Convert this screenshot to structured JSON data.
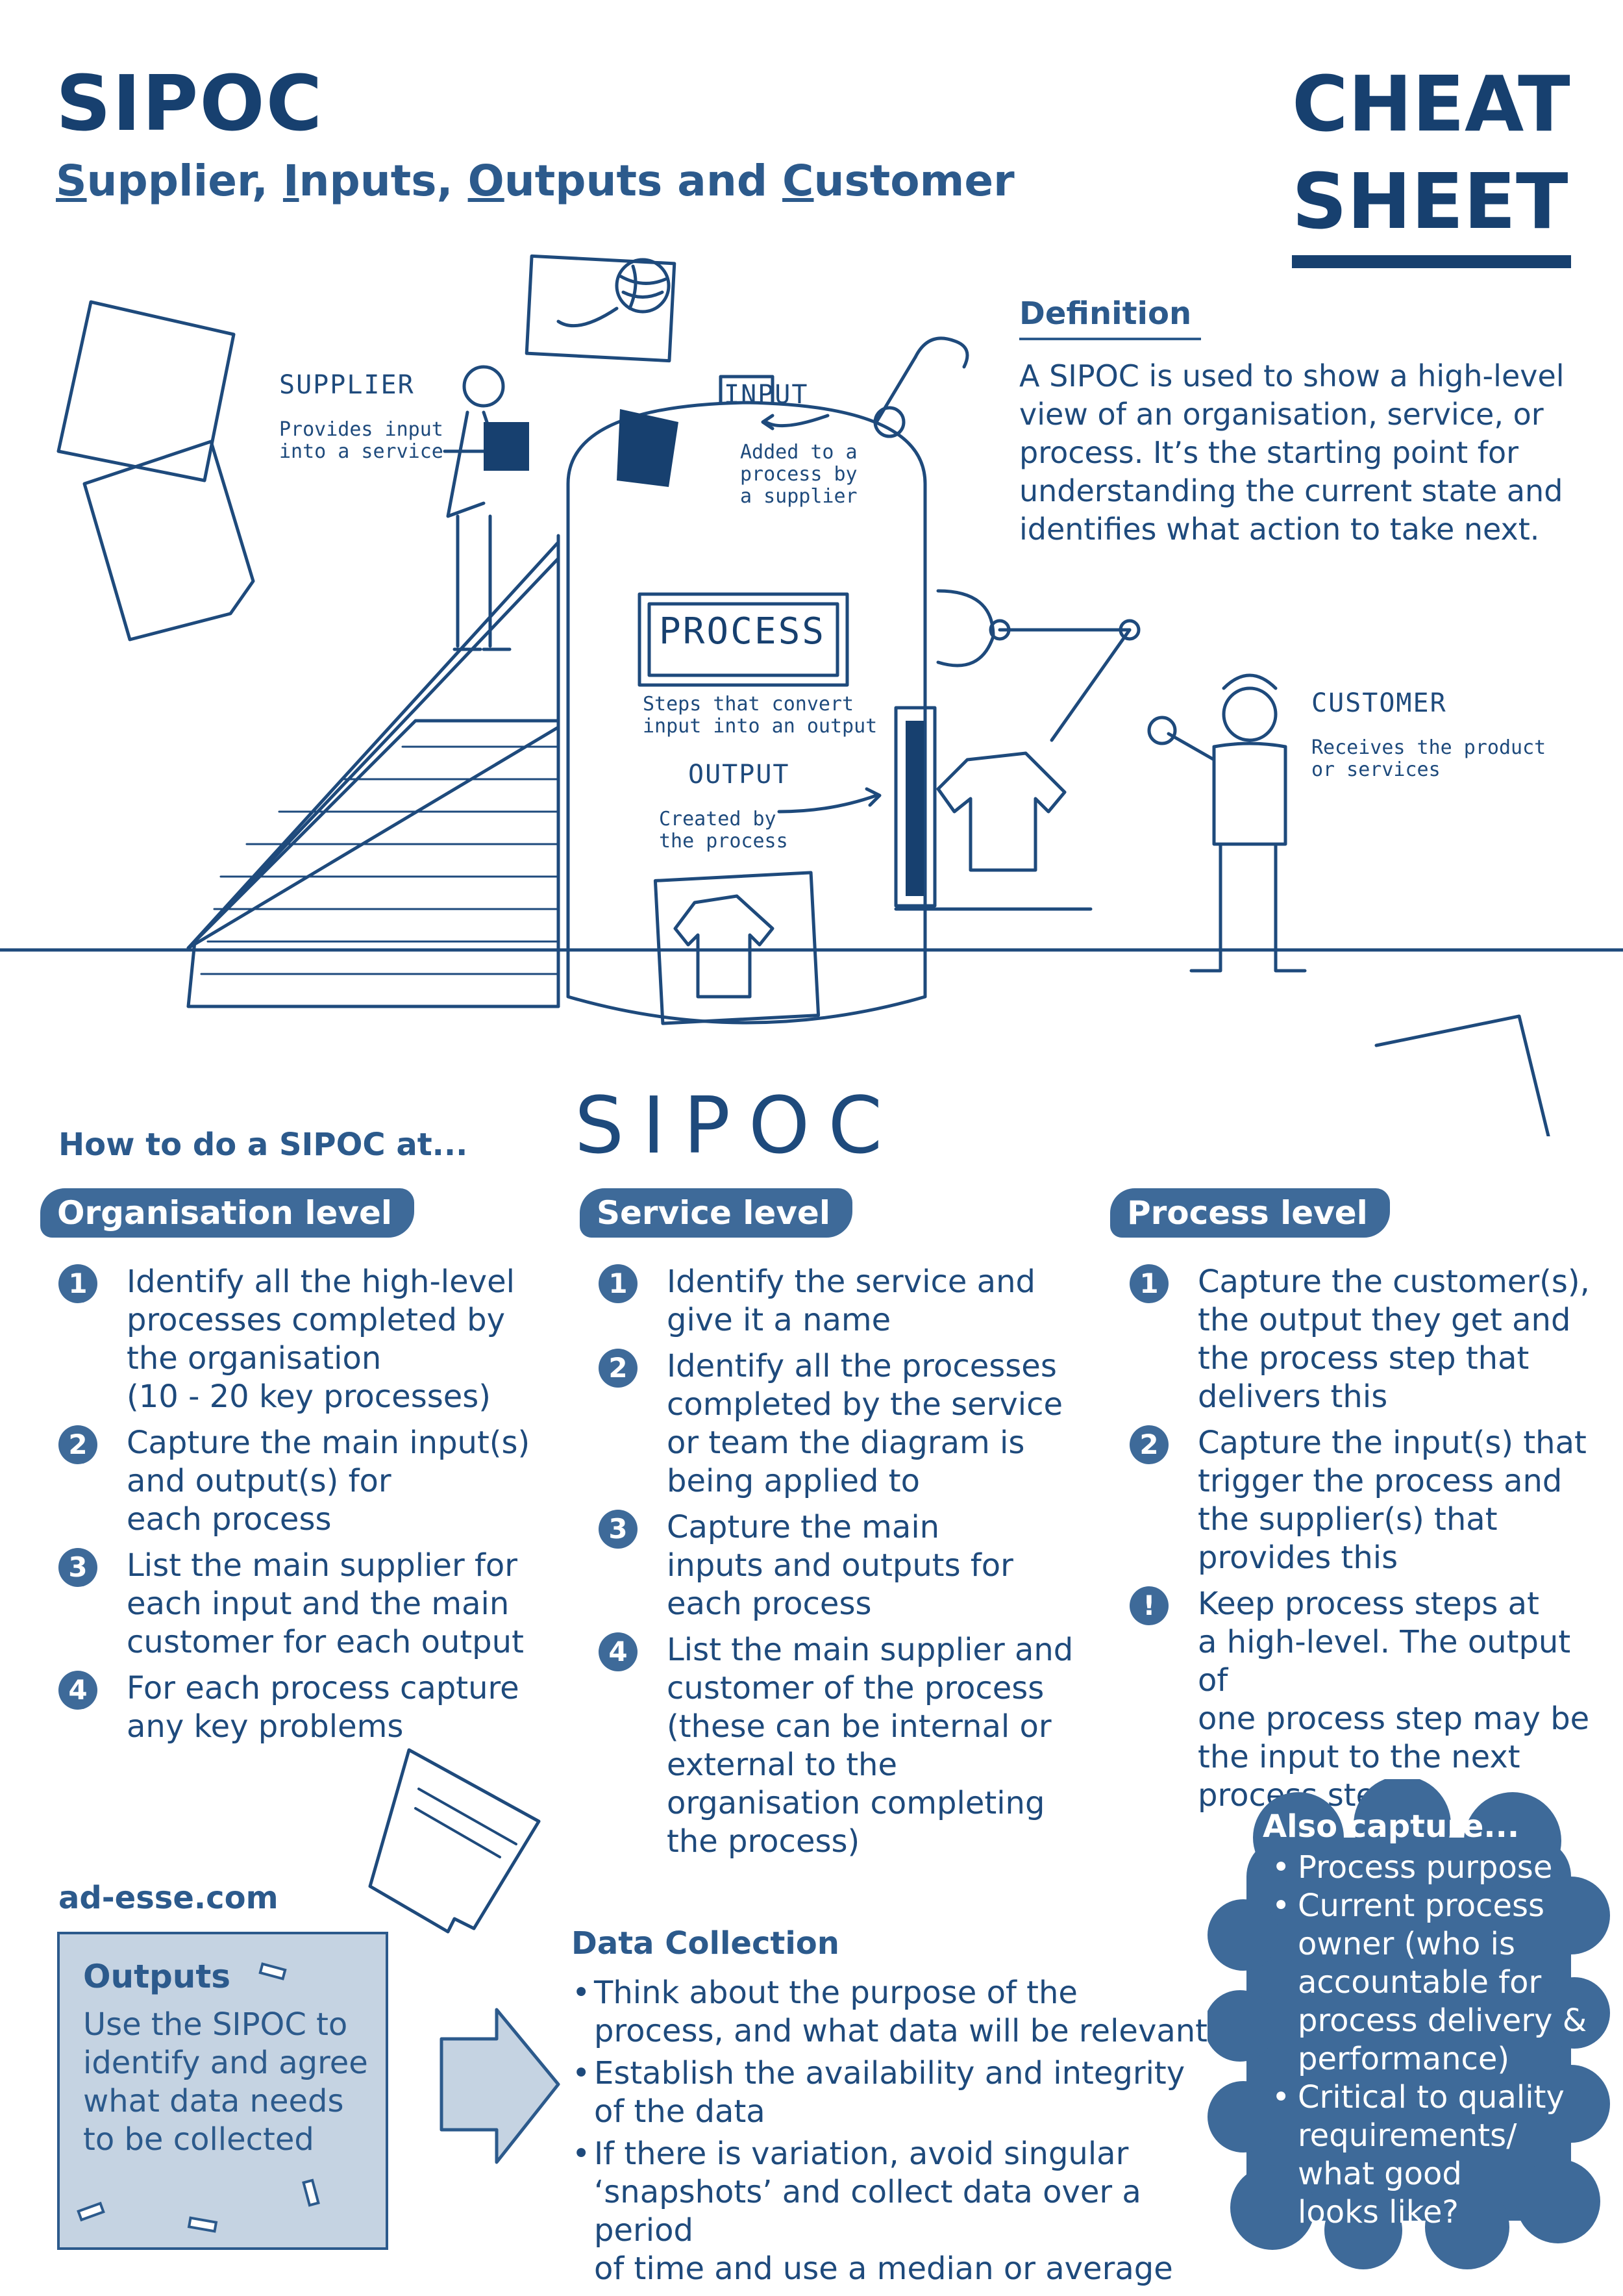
{
  "header": {
    "title": "SIPOC",
    "subtitle": {
      "s": "S",
      "s_rest": "upplier, ",
      "i": "I",
      "i_rest": "nputs, ",
      "o": "O",
      "o_rest": "utputs and ",
      "c": "C",
      "c_rest": "ustomer"
    },
    "cheat_line1": "CHEAT",
    "cheat_line2": "SHEET"
  },
  "definition": {
    "title": "Definition",
    "body": "A SIPOC is used to show a high-level view of an organisation, service, or process. It’s the starting point for understanding the current state and identifies what action to take next."
  },
  "illustration": {
    "supplier_label": "SUPPLIER",
    "supplier_desc_1": "Provides input",
    "supplier_desc_2": "into a service",
    "input_label": "INPUT",
    "input_desc_1": "Added to a",
    "input_desc_2": "process by",
    "input_desc_3": "a supplier",
    "process_label": "PROCESS",
    "process_desc_1": "Steps that convert",
    "process_desc_2": "input into an output",
    "output_label": "OUTPUT",
    "output_desc_1": "Created by",
    "output_desc_2": "the process",
    "customer_label": "CUSTOMER",
    "customer_desc_1": "Receives the product",
    "customer_desc_2": "or services",
    "sipoc_word": "SIPOC"
  },
  "howto": {
    "heading": "How to do a SIPOC at...",
    "columns": [
      {
        "title": "Organisation level",
        "steps": [
          {
            "num": "1",
            "lines": [
              "Identify all the high-level",
              "processes completed by",
              "the organisation",
              "(10 - 20 key processes)"
            ]
          },
          {
            "num": "2",
            "lines": [
              "Capture the main input(s)",
              "and output(s) for",
              "each process"
            ]
          },
          {
            "num": "3",
            "lines": [
              "List the main supplier for",
              "each input and the main",
              "customer for each output"
            ]
          },
          {
            "num": "4",
            "lines": [
              "For each process capture",
              "any key problems"
            ]
          }
        ]
      },
      {
        "title": "Service level",
        "steps": [
          {
            "num": "1",
            "lines": [
              "Identify the service and",
              "give it a name"
            ]
          },
          {
            "num": "2",
            "lines": [
              "Identify all the processes",
              "completed by the service",
              "or team the diagram is",
              "being applied to"
            ]
          },
          {
            "num": "3",
            "lines": [
              "Capture the main",
              "inputs and outputs for",
              "each process"
            ]
          },
          {
            "num": "4",
            "lines": [
              "List the main supplier and",
              "customer of the process",
              "(these can be internal or",
              "external to the",
              "organisation completing",
              "the process)"
            ]
          }
        ]
      },
      {
        "title": "Process level",
        "steps": [
          {
            "num": "1",
            "lines": [
              "Capture the customer(s),",
              "the output they get and",
              "the process step that",
              "delivers this"
            ]
          },
          {
            "num": "2",
            "lines": [
              "Capture the input(s) that",
              "trigger the process and",
              "the supplier(s) that",
              "provides this"
            ]
          },
          {
            "num": "!",
            "lines": [
              "Keep process steps at",
              "a high-level. The output of",
              "one process step may be",
              "the input to the next",
              "process step."
            ]
          }
        ]
      }
    ]
  },
  "footer": {
    "website": "ad-esse.com",
    "outputs_title": "Outputs",
    "outputs_body": "Use the SIPOC to identify and agree what data needs to be collected",
    "data_collection_title": "Data Collection",
    "data_collection_items": [
      [
        "Think about the purpose of the",
        "process, and what data will be relevant"
      ],
      [
        "Establish the availability and integrity",
        "of the data"
      ],
      [
        "If there is variation, avoid singular",
        "‘snapshots’ and collect data over a period",
        "of time and use a median or average"
      ]
    ],
    "also_capture_title": "Also capture...",
    "also_capture_items": [
      [
        "Process purpose"
      ],
      [
        "Current process",
        "owner (who is",
        "accountable for",
        "process delivery &",
        "performance)"
      ],
      [
        "Critical to quality",
        "requirements/",
        "what good",
        "looks like?"
      ]
    ]
  },
  "colors": {
    "navy": "#17406f",
    "blue": "#2c5a8c",
    "pill": "#3e6a99",
    "light_box": "#c5d3e2"
  }
}
